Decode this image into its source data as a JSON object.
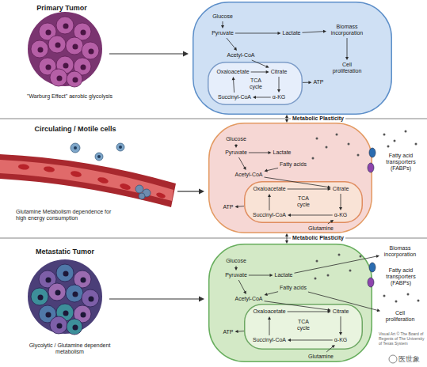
{
  "diagram": {
    "nodes": [
      {
        "text": []
      },
      {
        "text": [
          "Glucose"
        ],
        "in": 0
      },
      {
        "text": [
          "Pyruvate"
        ],
        "in": 0
      },
      {
        "text": [
          "Lactate"
        ],
        "in": 0
      },
      {
        "text": [
          "Biomass incorporation"
        ],
        "in": 0
      },
      {
        "text": [
          "Cell proliferation"
        ],
        "in": 0
      },
      {
        "text": [
          "Acetyl-CoA"
        ],
        "in": 0
      },
      {
        "text": [],
        "in": 0
      },
      {
        "text": [
          "Oxaloacetate"
        ],
        "in": 7
      },
      {
        "text": [
          "Citrate"
        ],
        "in": 7
      },
      {
        "text": [
          "TCA cycle"
        ],
        "in": 7
      },
      {
        "text": [
          "Succinyl-CoA"
        ],
        "in": 7
      },
      {
        "text": [
          "α-KG"
        ],
        "in": 7
      },
      {
        "text": [
          "ATP"
        ],
        "in": 0
      },
      {
        "text": []
      },
      {
        "text": [
          "Glucose"
        ],
        "in": 14
      },
      {
        "text": [
          "Pyruvate"
        ],
        "in": 14
      },
      {
        "text": [
          "Lactate"
        ],
        "in": 14
      },
      {
        "text": [
          "Fatty acids"
        ],
        "in": 14
      },
      {
        "text": [
          "Acetyl-CoA"
        ],
        "in": 14
      },
      {
        "text": [],
        "in": 14
      },
      {
        "text": [
          "Oxaloacetate"
        ],
        "in": 20
      },
      {
        "text": [
          "Citrate"
        ],
        "in": 20
      },
      {
        "text": [
          "TCA cycle"
        ],
        "in": 20
      },
      {
        "text": [
          "Succinyl-CoA"
        ],
        "in": 20
      },
      {
        "text": [
          "α-KG"
        ],
        "in": 20
      },
      {
        "text": [
          "ATP"
        ],
        "in": 14
      },
      {
        "text": [
          "Glutamine"
        ],
        "in": 14
      },
      {
        "text": []
      },
      {
        "text": [
          "Glucose"
        ],
        "in": 28
      },
      {
        "text": [
          "Pyruvate"
        ],
        "in": 28
      },
      {
        "text": [
          "Lactate"
        ],
        "in": 28
      },
      {
        "text": [
          "Biomass incorporation"
        ]
      },
      {
        "text": [
          "Fatty acids"
        ],
        "in": 28
      },
      {
        "text": [
          "Acetyl-CoA"
        ],
        "in": 28
      },
      {
        "text": [
          "Cell proliferation"
        ]
      },
      {
        "text": [],
        "in": 28
      },
      {
        "text": [
          "Oxaloacetate"
        ],
        "in": 36
      },
      {
        "text": [
          "Citrate"
        ],
        "in": 36
      },
      {
        "text": [
          "TCA cycle"
        ],
        "in": 36
      },
      {
        "text": [
          "Succinyl-CoA"
        ],
        "in": 36
      },
      {
        "text": [
          "α-KG"
        ],
        "in": 36
      },
      {
        "text": [
          "ATP"
        ],
        "in": 28
      },
      {
        "text": [
          "Glutamine"
        ],
        "in": 28
      }
    ],
    "edges": [
      {
        "from": 1,
        "to": 2,
        "arrow": "to"
      },
      {
        "from": 2,
        "to": 3,
        "arrow": "to"
      },
      {
        "from": 3,
        "to": 4,
        "arrow": "to"
      },
      {
        "from": 4,
        "to": 5,
        "arrow": "to"
      },
      {
        "from": 2,
        "to": 6,
        "arrow": "to"
      },
      {
        "from": 6,
        "to": 9,
        "arrow": "to"
      },
      {
        "from": 8,
        "to": 9,
        "arrow": "to"
      },
      {
        "from": 9,
        "to": 12,
        "arrow": "to"
      },
      {
        "from": 12,
        "to": 11,
        "arrow": "to"
      },
      {
        "from": 11,
        "to": 8,
        "arrow": "to"
      },
      {
        "from": 7,
        "to": 13,
        "arrow": "to"
      },
      {
        "from": 0,
        "to": 14,
        "label": "Metabolic Plasticity",
        "arrow": "both"
      },
      {
        "from": 15,
        "to": 16,
        "arrow": "to"
      },
      {
        "from": 16,
        "to": 17,
        "arrow": "to"
      },
      {
        "from": 16,
        "to": 19,
        "arrow": "to"
      },
      {
        "from": 18,
        "to": 19,
        "arrow": "to"
      },
      {
        "from": 19,
        "to": 22,
        "arrow": "to"
      },
      {
        "from": 21,
        "to": 22,
        "arrow": "to"
      },
      {
        "from": 22,
        "to": 25,
        "arrow": "to"
      },
      {
        "from": 25,
        "to": 24,
        "arrow": "to"
      },
      {
        "from": 24,
        "to": 21,
        "arrow": "to"
      },
      {
        "from": 27,
        "to": 25,
        "arrow": "to"
      },
      {
        "from": 20,
        "to": 26,
        "arrow": "to"
      },
      {
        "from": 14,
        "to": 28,
        "label": "Metabolic Plasticity",
        "arrow": "both"
      },
      {
        "from": 29,
        "to": 30,
        "arrow": "to"
      },
      {
        "from": 30,
        "to": 31,
        "arrow": "to"
      },
      {
        "from": 31,
        "to": 32,
        "arrow": "to"
      },
      {
        "from": 33,
        "to": 35,
        "arrow": "to"
      },
      {
        "from": 30,
        "to": 34,
        "arrow": "to"
      },
      {
        "from": 33,
        "to": 34,
        "arrow": "to"
      },
      {
        "from": 34,
        "to": 38,
        "arrow": "to"
      },
      {
        "from": 37,
        "to": 38,
        "arrow": "to"
      },
      {
        "from": 38,
        "to": 41,
        "arrow": "to"
      },
      {
        "from": 41,
        "to": 40,
        "arrow": "to"
      },
      {
        "from": 40,
        "to": 37,
        "arrow": "to"
      },
      {
        "from": 43,
        "to": 41,
        "arrow": "to"
      },
      {
        "from": 36,
        "to": 42,
        "arrow": "to"
      }
    ],
    "labels": [
      "Primary Tumor",
      "\"Warburg Effect\" aerobic glycolysis",
      "Circulating / Motile cells",
      "Glutamine Metabolism dependence for high energy consumption",
      "Fatty acid transporters (FABPs)",
      "Metastatic Tumor",
      "Glycolytic / Glutamine dependent metabolism",
      "Fatty acid transporters (FABPs)",
      "Visual Art © The Board of Regents of The University of Texas System",
      "医世象"
    ]
  }
}
